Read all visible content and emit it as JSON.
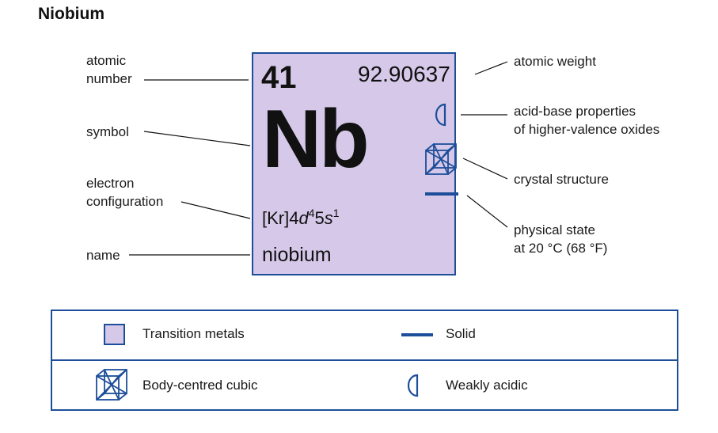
{
  "title": "Niobium",
  "element": {
    "atomic_number": "41",
    "atomic_weight": "92.90637",
    "symbol": "Nb",
    "config_core": "[Kr]4",
    "config_d": "d",
    "config_d_count": "4",
    "config_5": "5",
    "config_s": "s",
    "config_s_count": "1",
    "name": "niobium"
  },
  "labels": {
    "atomic_number_1": "atomic",
    "atomic_number_2": "number",
    "symbol": "symbol",
    "electron_config_1": "electron",
    "electron_config_2": "configuration",
    "name": "name",
    "atomic_weight": "atomic weight",
    "acid_base_1": "acid-base properties",
    "acid_base_2": "of higher-valence oxides",
    "crystal_structure": "crystal structure",
    "physical_state_1": "physical state",
    "physical_state_2": "at 20 °C (68 °F)"
  },
  "legend": {
    "transition_metals": "Transition metals",
    "solid": "Solid",
    "bcc": "Body-centred cubic",
    "weakly_acidic": "Weakly acidic"
  },
  "colors": {
    "tile_fill": "#d5c8e8",
    "accent_blue": "#1d4e9a"
  },
  "icons": [
    "weakly-acidic-icon",
    "body-centred-cubic-icon",
    "solid-state-icon"
  ]
}
